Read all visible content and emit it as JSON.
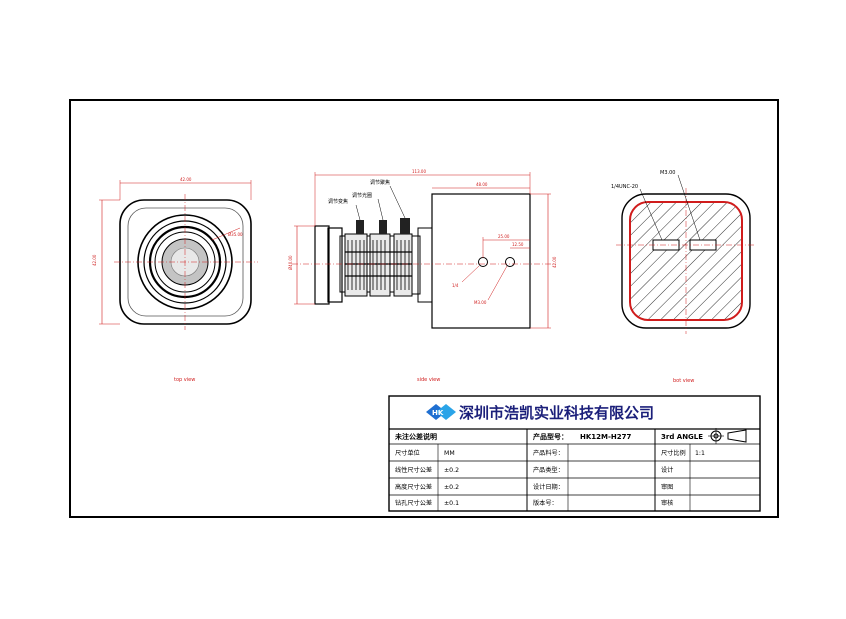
{
  "views": {
    "top": {
      "label": "top view",
      "dims": {
        "width": "42.00",
        "height": "42.00",
        "diameter": "Ø35.00"
      }
    },
    "side": {
      "label": "side view",
      "dims": {
        "overall": "113.00",
        "body": "48.00",
        "front": "Ø40.00",
        "holes_spacing": "25.00",
        "holes_offset": "12.50",
        "height": "42.00"
      },
      "callouts": {
        "zoom": "调节变焦",
        "iris": "调节光圈",
        "focus": "调节聚焦",
        "m3": "M3.00",
        "dia": "1/4"
      }
    },
    "bottom": {
      "label": "bot view",
      "callouts": {
        "left": "1/4UNC-20",
        "right": "M3.00"
      }
    }
  },
  "title_block": {
    "company": "深圳市浩凯实业科技有限公司",
    "logo_icon": "hk-logo-icon",
    "projection_icon": "third-angle-projection-icon",
    "left": {
      "header": "未注公差说明",
      "rows": [
        {
          "label": "尺寸单位",
          "value": "MM"
        },
        {
          "label": "线性尺寸公差",
          "value": "±0.2"
        },
        {
          "label": "高度尺寸公差",
          "value": "±0.2"
        },
        {
          "label": "钻孔尺寸公差",
          "value": "±0.1"
        }
      ]
    },
    "middle": {
      "header_label": "产品型号：",
      "header_value": "HK12M-H277",
      "rows": [
        {
          "label": "产品料号：",
          "value": ""
        },
        {
          "label": "产品类型：",
          "value": ""
        },
        {
          "label": "设计日期：",
          "value": ""
        },
        {
          "label": "版本号：",
          "value": ""
        }
      ]
    },
    "right": {
      "header": "3rd ANGLE",
      "rows": [
        {
          "label": "尺寸比例",
          "value": "1:1"
        },
        {
          "label": "设计",
          "value": ""
        },
        {
          "label": "审图",
          "value": ""
        },
        {
          "label": "审核",
          "value": ""
        }
      ]
    }
  },
  "colors": {
    "dimension": "#d01c1c",
    "company": "#1b1f7a",
    "hatch_border": "#d01c1c"
  }
}
